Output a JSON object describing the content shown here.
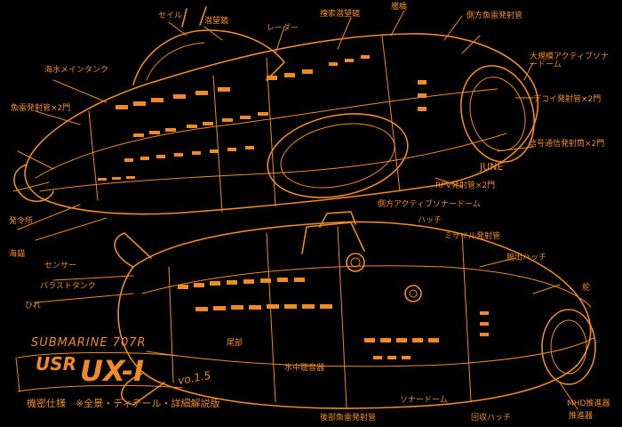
{
  "colors": {
    "background": "#000000",
    "ink": "#f08a24"
  },
  "title": {
    "line1": "SUBMARINE 707R",
    "line2a": "USR",
    "line2b": "UX-I",
    "version": "vo.1.5",
    "subtitle_left": "機密仕様",
    "subtitle": "※全景・ディテール・詳細解説版"
  },
  "annotations": {
    "sail": "セイル",
    "sail_top": "潜望鏡",
    "bridge": "艦橋",
    "search_periscope": "捜索潜望鏡",
    "radar": "レーダー",
    "sea_sonar": "海水メインタンク",
    "weapons_tubes": "魚雷発射管×2門",
    "large_sonar": "大規模アクティブソナードーム",
    "side_tubes": "側方魚雷発射管",
    "rpv": "RPV発射管×2門",
    "comm": "信号通信発射筒×2門",
    "june": "JUNE",
    "active_sonar": "側方アクティブソナードーム",
    "hatch": "ハッチ",
    "missile": "ミサイル発射管",
    "mhd": "MHD推進器",
    "escape": "脱出ハッチ",
    "decoy": "デコイ発射管×2門",
    "rudder": "舵",
    "anchor": "海錨",
    "sensor": "センサー",
    "fin": "ひれ",
    "ctrl_room": "発令所",
    "ballast": "バラストタンク",
    "hydro": "水中聴音器",
    "tail": "尾部",
    "torp_rear": "後部魚雷発射管",
    "dome": "ソナードーム",
    "recovery": "回収ハッチ",
    "propeller": "推進器"
  }
}
